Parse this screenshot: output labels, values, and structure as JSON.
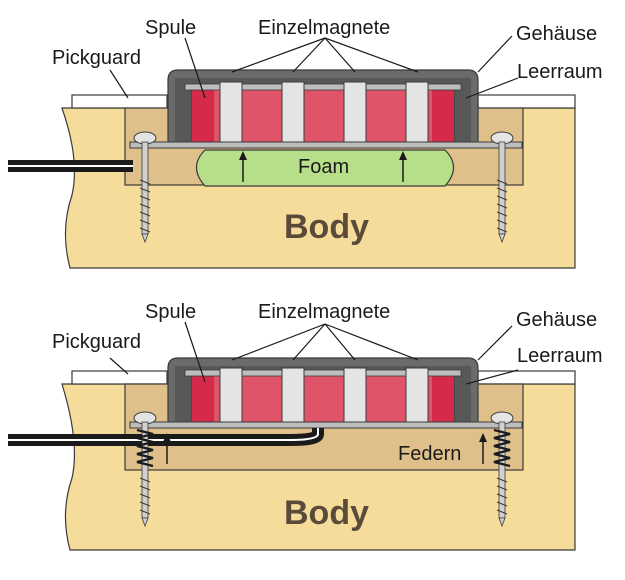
{
  "diagrams": [
    {
      "id": "foam",
      "labels": {
        "coil": "Spule",
        "magnets": "Einzelmagnete",
        "housing": "Gehäuse",
        "pickguard": "Pickguard",
        "cavity": "Leerraum",
        "body": "Body",
        "mount": "Foam"
      }
    },
    {
      "id": "springs",
      "labels": {
        "coil": "Spule",
        "magnets": "Einzelmagnete",
        "housing": "Gehäuse",
        "pickguard": "Pickguard",
        "cavity": "Leerraum",
        "body": "Body",
        "mount": "Federn"
      }
    }
  ],
  "colors": {
    "body_wood": "#f6dc9a",
    "cavity": "#dfc08a",
    "coil": "#e0546a",
    "coil_dark": "#d62a4a",
    "housing": "#6b6b6b",
    "magnet": "#e4e4e4",
    "foam": "#b7df8a",
    "plate": "#bdbdbd",
    "outline": "#3a3a3a"
  }
}
